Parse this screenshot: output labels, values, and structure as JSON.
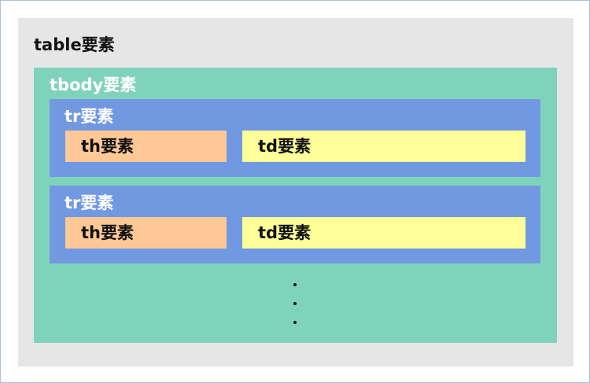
{
  "table": {
    "label": "table要素",
    "tbody": {
      "label": "tbody要素",
      "rows": [
        {
          "label": "tr要素",
          "th": "th要素",
          "td": "td要素"
        },
        {
          "label": "tr要素",
          "th": "th要素",
          "td": "td要素"
        }
      ],
      "continuation": "・・・"
    }
  }
}
